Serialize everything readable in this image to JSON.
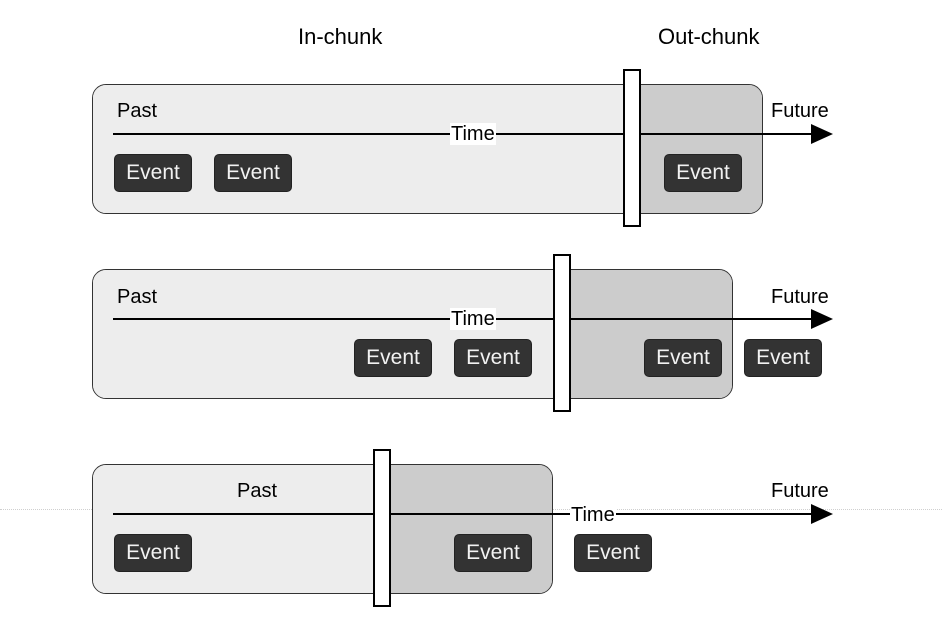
{
  "headers": {
    "in_chunk": "In-chunk",
    "out_chunk": "Out-chunk"
  },
  "rows": [
    {
      "past": "Past",
      "time": "Time",
      "future": "Future",
      "events": [
        "Event",
        "Event",
        "Event"
      ]
    },
    {
      "past": "Past",
      "time": "Time",
      "future": "Future",
      "events": [
        "Event",
        "Event",
        "Event",
        "Event"
      ]
    },
    {
      "past": "Past",
      "time": "Time",
      "future": "Future",
      "events": [
        "Event",
        "Event",
        "Event"
      ]
    }
  ],
  "colors": {
    "in_chunk_fill": "#ededed",
    "out_chunk_fill": "#cccccc",
    "event_fill": "#333333",
    "event_text": "#f2f2f2"
  }
}
